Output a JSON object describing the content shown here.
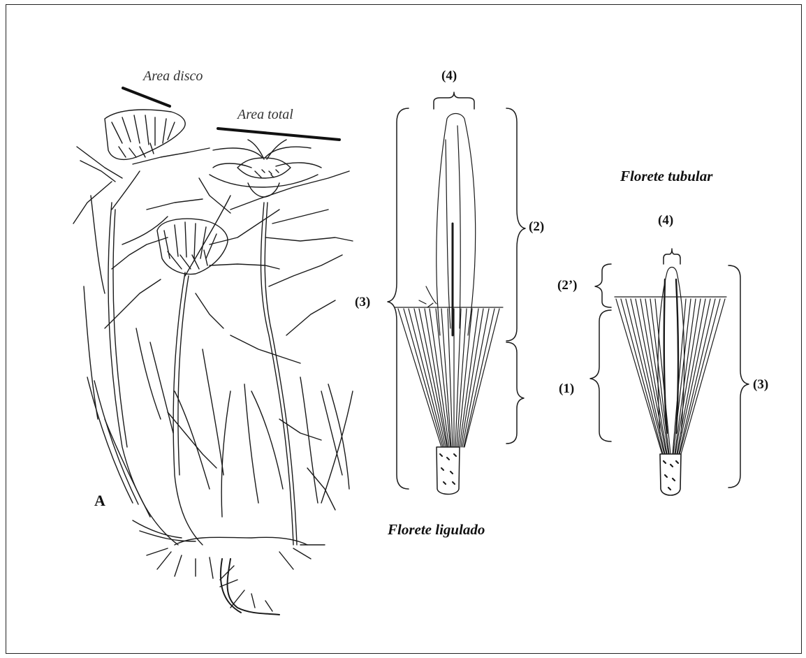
{
  "labels": {
    "area_disco": "Area disco",
    "area_total": "Area total",
    "plant_letter": "A",
    "florete_ligulado": "Florete ligulado",
    "florete_tubular": "Florete tubular",
    "lig_top": "(4)",
    "lig_right": "(2)",
    "lig_left": "(3)",
    "tub_top": "(4)",
    "tub_upper_left": "(2’)",
    "tub_lower_left": "(1)",
    "tub_right": "(3)"
  },
  "colors": {
    "ink": "#111111",
    "frame": "#222222",
    "background": "#ffffff"
  }
}
